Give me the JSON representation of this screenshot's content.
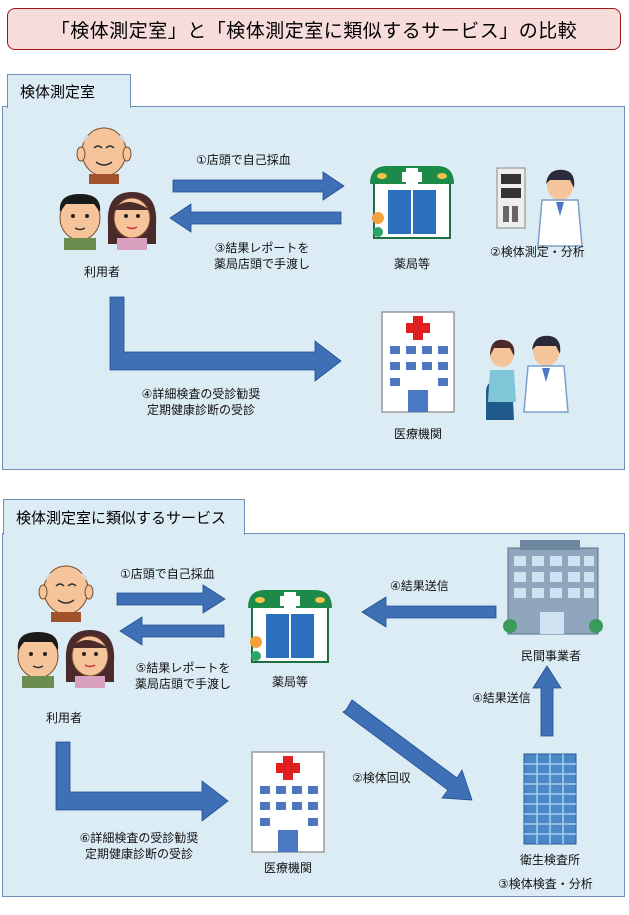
{
  "title": "「検体測定室」と「検体測定室に類似するサービス」の比較",
  "section1": {
    "tab": "検体測定室",
    "users": "利用者",
    "pharmacy": "薬局等",
    "hospital": "医療機関",
    "step1": "①店頭で自己採血",
    "step2": "②検体測定・分析",
    "step3_line1": "③結果レポートを",
    "step3_line2": "薬局店頭で手渡し",
    "step4_line1": "④詳細検査の受診勧奨",
    "step4_line2": "定期健康診断の受診"
  },
  "section2": {
    "tab": "検体測定室に類似するサービス",
    "users": "利用者",
    "pharmacy": "薬局等",
    "hospital": "医療機関",
    "company": "民間事業者",
    "lab": "衛生検査所",
    "step1": "①店頭で自己採血",
    "step2": "②検体回収",
    "step3": "③検体検査・分析",
    "step4a": "④結果送信",
    "step4b": "④結果送信",
    "step5_line1": "⑤結果レポートを",
    "step5_line2": "薬局店頭で手渡し",
    "step6_line1": "⑥詳細検査の受診勧奨",
    "step6_line2": "定期健康診断の受診"
  },
  "colors": {
    "arrow": "#3f6fb5",
    "panel": "#dcecf5",
    "border": "#6d8fb8",
    "title_bg": "#f7dcdc",
    "title_border": "#a11515"
  }
}
